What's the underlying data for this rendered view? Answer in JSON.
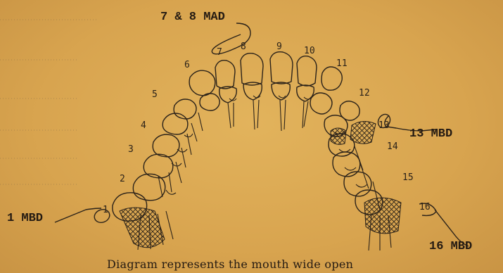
{
  "callouts": {
    "top": "7 & 8 MAD",
    "right_upper": "13 MBD",
    "left": "1 MBD",
    "right_lower": "16 MBD"
  },
  "tooth_numbers": {
    "n1": "1",
    "n2": "2",
    "n3": "3",
    "n4": "4",
    "n5": "5",
    "n6": "6",
    "n7": "7",
    "n8": "8",
    "n9": "9",
    "n10": "10",
    "n11": "11",
    "n12": "12",
    "n13": "13",
    "n14": "14",
    "n15": "15",
    "n16": "16"
  },
  "caption": "Diagram represents the mouth wide open",
  "colors": {
    "paper": "#d9a650",
    "ink": "#2b2219"
  }
}
